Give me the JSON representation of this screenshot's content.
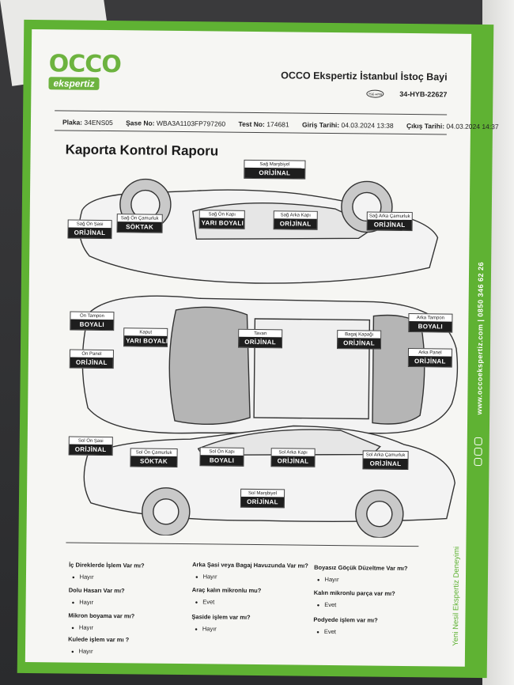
{
  "header": {
    "logo_main": "OCCO",
    "logo_sub": "ekspertiz",
    "company": "OCCO Ekspertiz İstanbul İstoç Bayi",
    "badge": "TSE-HYB",
    "code": "34-HYB-22627"
  },
  "meta": {
    "plaka_label": "Plaka:",
    "plaka": "34ENS05",
    "sase_label": "Şase No:",
    "sase": "WBA3A1103FP797260",
    "test_label": "Test No:",
    "test": "174681",
    "giris_label": "Giriş Tarihi:",
    "giris": "04.03.2024 13:38",
    "cikis_label": "Çıkış Tarihi:",
    "cikis": "04.03.2024 14:37"
  },
  "title": "Kaporta Kontrol Raporu",
  "parts": [
    {
      "label": "Sağ Marşbiyel",
      "value": "ORİJİNAL"
    },
    {
      "label": "Sağ Ön Şasi",
      "value": "ORİJİNAL"
    },
    {
      "label": "Sağ Ön Çamurluk",
      "value": "SÖKTAK"
    },
    {
      "label": "Sağ Ön Kapı",
      "value": "YARI BOYALI"
    },
    {
      "label": "Sağ Arka Kapı",
      "value": "ORİJİNAL"
    },
    {
      "label": "Sağ Arka Çamurluk",
      "value": "ORİJİNAL"
    },
    {
      "label": "Ön Tampon",
      "value": "BOYALI"
    },
    {
      "label": "Kaput",
      "value": "YARI BOYALI"
    },
    {
      "label": "Tavan",
      "value": "ORİJİNAL"
    },
    {
      "label": "Bagaj Kapağı",
      "value": "ORİJİNAL"
    },
    {
      "label": "Arka Tampon",
      "value": "BOYALI"
    },
    {
      "label": "Ön Panel",
      "value": "ORİJİNAL"
    },
    {
      "label": "Arka Panel",
      "value": "ORİJİNAL"
    },
    {
      "label": "Sol Ön Şasi",
      "value": "ORİJİNAL"
    },
    {
      "label": "Sol Ön Çamurluk",
      "value": "SÖKTAK"
    },
    {
      "label": "Sol Ön Kapı",
      "value": "BOYALI"
    },
    {
      "label": "Sol Arka Kapı",
      "value": "ORİJİNAL"
    },
    {
      "label": "Sol Arka Çamurluk",
      "value": "ORİJİNAL"
    },
    {
      "label": "Sol Marşbiyel",
      "value": "ORİJİNAL"
    }
  ],
  "questions": [
    {
      "q": "İç Direklerde İşlem Var mı?",
      "a": "Hayır"
    },
    {
      "q": "Dolu Hasarı Var mı?",
      "a": "Hayır"
    },
    {
      "q": "Mikron boyama var mı?",
      "a": "Hayır"
    },
    {
      "q": "Kulede işlem var mı ?",
      "a": "Hayır"
    },
    {
      "q": "Arka Şasi veya Bagaj Havuzunda Var mı?",
      "a": "Hayır"
    },
    {
      "q": "Araç kalın mikronlu mu?",
      "a": "Evet"
    },
    {
      "q": "Şaside işlem var mı?",
      "a": "Hayır"
    },
    {
      "q": "Boyasız Göçük Düzeltme Var mı?",
      "a": "Hayır"
    },
    {
      "q": "Kalın mikronlu parça var mı?",
      "a": "Evet"
    },
    {
      "q": "Podyede işlem var mı?",
      "a": "Evet"
    }
  ],
  "side": {
    "website": "www.occoekspertiz.com | 0850 346 62 26",
    "slogan": "Yeni Nesil Ekspertiz Deneyimi"
  },
  "colors": {
    "brand_green": "#5fb233",
    "tag_dark": "#1e1e1e"
  }
}
